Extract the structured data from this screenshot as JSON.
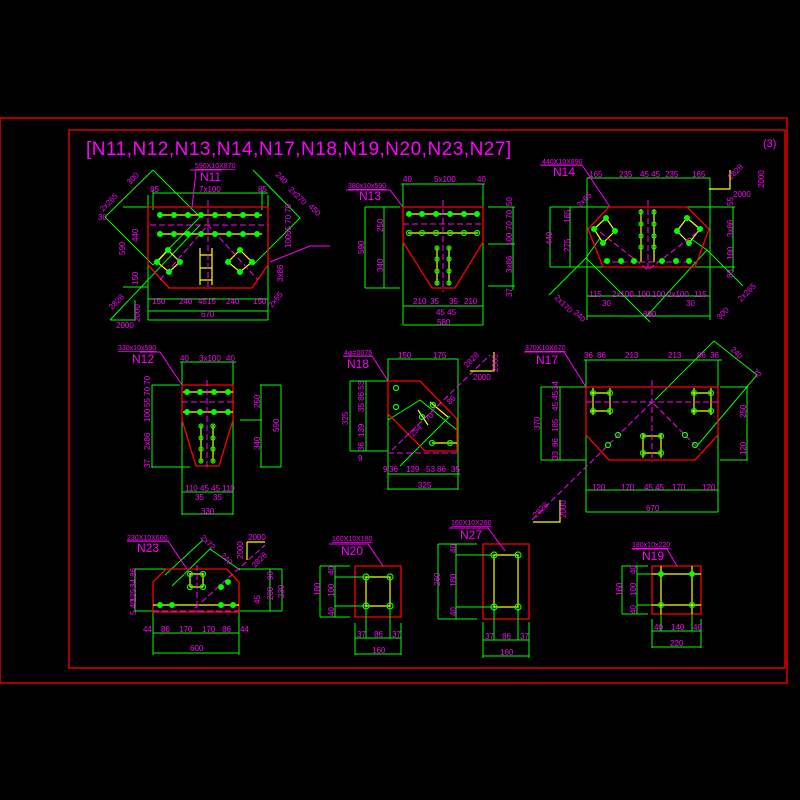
{
  "title": "[N11,N12,N13,N14,N17,N18,N19,N20,N23,N27]",
  "sheet_number": "(3)",
  "colors": {
    "background": "#000000",
    "plate": "#ff0000",
    "dimension": "#00ff00",
    "text": "#ff00ff",
    "bolt_line": "#ffff00"
  },
  "parts": {
    "N11": {
      "label": "N11",
      "spec": "590X10X870",
      "dims": [
        "85",
        "7x100",
        "85",
        "590",
        "440",
        "150",
        "150",
        "240",
        "45",
        "15",
        "240",
        "150",
        "670",
        "2000",
        "2000",
        "2828",
        "300",
        "2x265",
        "30",
        "240",
        "2x270",
        "450",
        "55 70 70",
        "100",
        "3x86",
        "2x65"
      ]
    },
    "N13": {
      "label": "N13",
      "spec": "380x10x590",
      "dims": [
        "40",
        "5x100",
        "40",
        "590",
        "250",
        "340",
        "50",
        "70 70",
        "100",
        "3x86",
        "37",
        "210",
        "35",
        "35",
        "210",
        "45 45",
        "580"
      ]
    },
    "N14": {
      "label": "N14",
      "spec": "440X10X890",
      "dims": [
        "165",
        "235",
        "45 45",
        "235",
        "165",
        "2828",
        "2000",
        "2000",
        "440",
        "165",
        "275",
        "55",
        "3x86",
        "100",
        "83",
        "115",
        "2x100",
        "100",
        "100",
        "2x100",
        "115",
        "30",
        "30",
        "890",
        "2x170",
        "240",
        "300",
        "2x265",
        "2x65"
      ]
    },
    "N12": {
      "label": "N12",
      "spec": "330x10x590",
      "dims": [
        "40",
        "3x100",
        "40",
        "590",
        "250",
        "340",
        "55 70 70",
        "100",
        "2x86",
        "37",
        "110",
        "45 45",
        "110",
        "35",
        "35",
        "330"
      ]
    },
    "N18": {
      "label": "N18",
      "spec": "4φ=0075",
      "dims": [
        "150",
        "175",
        "2828",
        "2000",
        "2000",
        "325",
        "35 86 53",
        "139",
        "36",
        "9",
        "9",
        "36",
        "139",
        "53",
        "86",
        "35",
        "325",
        "254",
        "70",
        "86"
      ]
    },
    "N17": {
      "label": "N17",
      "spec": "370X10X670",
      "dims": [
        "36",
        "86",
        "213",
        "213",
        "86",
        "36",
        "240",
        "72",
        "34",
        "45 45",
        "185",
        "86",
        "33",
        "370",
        "250",
        "120",
        "120",
        "170",
        "45 45",
        "170",
        "120",
        "670",
        "2828",
        "2000"
      ]
    },
    "N23": {
      "label": "N23",
      "spec": "230X10X600",
      "dims": [
        "2x72",
        "240",
        "2000",
        "2000",
        "2828",
        "34 86",
        "125",
        "5 40",
        "90",
        "200",
        "230",
        "45",
        "44",
        "86",
        "170",
        "170",
        "86",
        "44",
        "600"
      ]
    },
    "N20": {
      "label": "N20",
      "spec": "160X10X180",
      "dims": [
        "40",
        "100",
        "40",
        "180",
        "37",
        "86",
        "37",
        "160"
      ]
    },
    "N27": {
      "label": "N27",
      "spec": "160X10X260",
      "dims": [
        "40",
        "180",
        "40",
        "260",
        "37",
        "86",
        "37",
        "160"
      ]
    },
    "N19": {
      "label": "N19",
      "spec": "180x10x220",
      "dims": [
        "40",
        "100",
        "40",
        "160",
        "40",
        "140",
        "40",
        "220"
      ]
    }
  }
}
